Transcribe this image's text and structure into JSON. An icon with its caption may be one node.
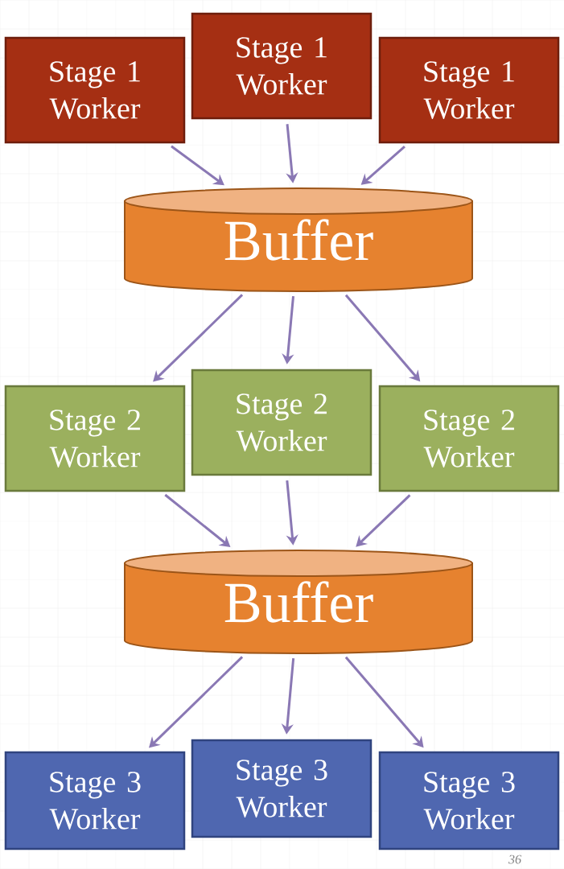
{
  "diagram": {
    "nodes": [
      {
        "text": [
          "Stage 1 Worker"
        ]
      },
      {
        "text": [
          "Stage 1 Worker"
        ]
      },
      {
        "text": [
          "Stage 1 Worker"
        ]
      },
      {
        "text": [
          "Buffer"
        ]
      },
      {
        "text": [
          "Stage 2 Worker"
        ]
      },
      {
        "text": [
          "Stage 2 Worker"
        ]
      },
      {
        "text": [
          "Stage 2 Worker"
        ]
      },
      {
        "text": [
          "Buffer"
        ]
      },
      {
        "text": [
          "Stage 3 Worker"
        ]
      },
      {
        "text": [
          "Stage 3 Worker"
        ]
      },
      {
        "text": [
          "Stage 3 Worker"
        ]
      }
    ],
    "edges": [
      {
        "from": 0,
        "to": 3,
        "arrow": "to"
      },
      {
        "from": 1,
        "to": 3,
        "arrow": "to"
      },
      {
        "from": 2,
        "to": 3,
        "arrow": "to"
      },
      {
        "from": 3,
        "to": 4,
        "arrow": "to"
      },
      {
        "from": 3,
        "to": 5,
        "arrow": "to"
      },
      {
        "from": 3,
        "to": 6,
        "arrow": "to"
      },
      {
        "from": 4,
        "to": 7,
        "arrow": "to"
      },
      {
        "from": 5,
        "to": 7,
        "arrow": "to"
      },
      {
        "from": 6,
        "to": 7,
        "arrow": "to"
      },
      {
        "from": 7,
        "to": 8,
        "arrow": "to"
      },
      {
        "from": 7,
        "to": 9,
        "arrow": "to"
      },
      {
        "from": 7,
        "to": 10,
        "arrow": "to"
      }
    ],
    "labels": [
      "36"
    ]
  }
}
